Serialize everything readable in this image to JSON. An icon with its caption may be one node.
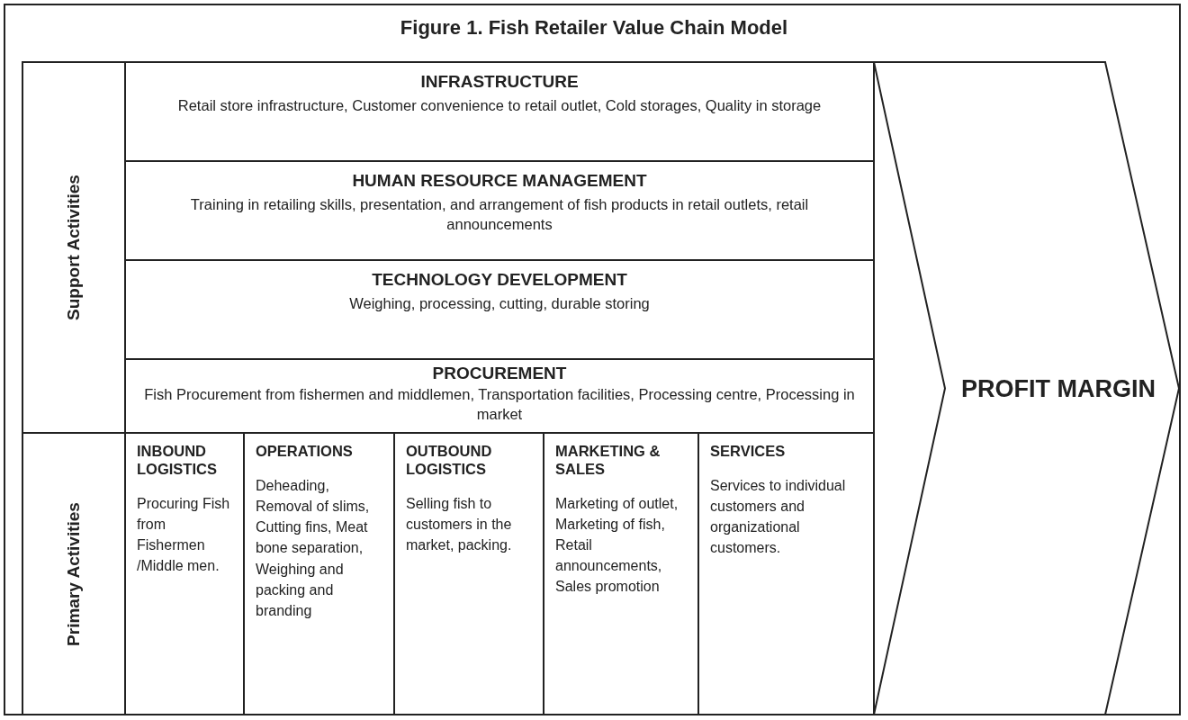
{
  "diagram": {
    "title": "Figure 1. Fish Retailer Value Chain Model",
    "nodes": [
      {
        "text": [
          "Support Activities"
        ]
      },
      {
        "text": [
          "INFRASTRUCTURE",
          "Retail store infrastructure, Customer convenience to retail outlet, Cold storages, Quality in storage"
        ]
      },
      {
        "text": [
          "HUMAN RESOURCE MANAGEMENT",
          "Training in retailing skills, presentation, and arrangement of fish products in retail outlets, retail announcements"
        ]
      },
      {
        "text": [
          "TECHNOLOGY DEVELOPMENT",
          "Weighing, processing, cutting, durable storing"
        ]
      },
      {
        "text": [
          "PROCUREMENT",
          "Fish Procurement from fishermen and middlemen, Transportation facilities, Processing centre, Processing in market"
        ]
      },
      {
        "text": [
          "Primary Activities"
        ]
      },
      {
        "text": [
          "INBOUND LOGISTICS",
          "Procuring Fish from Fishermen /Middle men."
        ]
      },
      {
        "text": [
          "OPERATIONS",
          "Deheading, Removal of slims, Cutting fins, Meat bone separation, Weighing and packing and branding"
        ]
      },
      {
        "text": [
          "OUTBOUND LOGISTICS",
          "Selling fish to customers in the market, packing."
        ]
      },
      {
        "text": [
          "MARKETING & SALES",
          "Marketing of outlet, Marketing of fish, Retail announcements, Sales promotion"
        ]
      },
      {
        "text": [
          "SERVICES",
          "Services to individual customers and organizational customers."
        ]
      },
      {
        "text": [
          "PROFIT MARGIN"
        ]
      }
    ]
  }
}
